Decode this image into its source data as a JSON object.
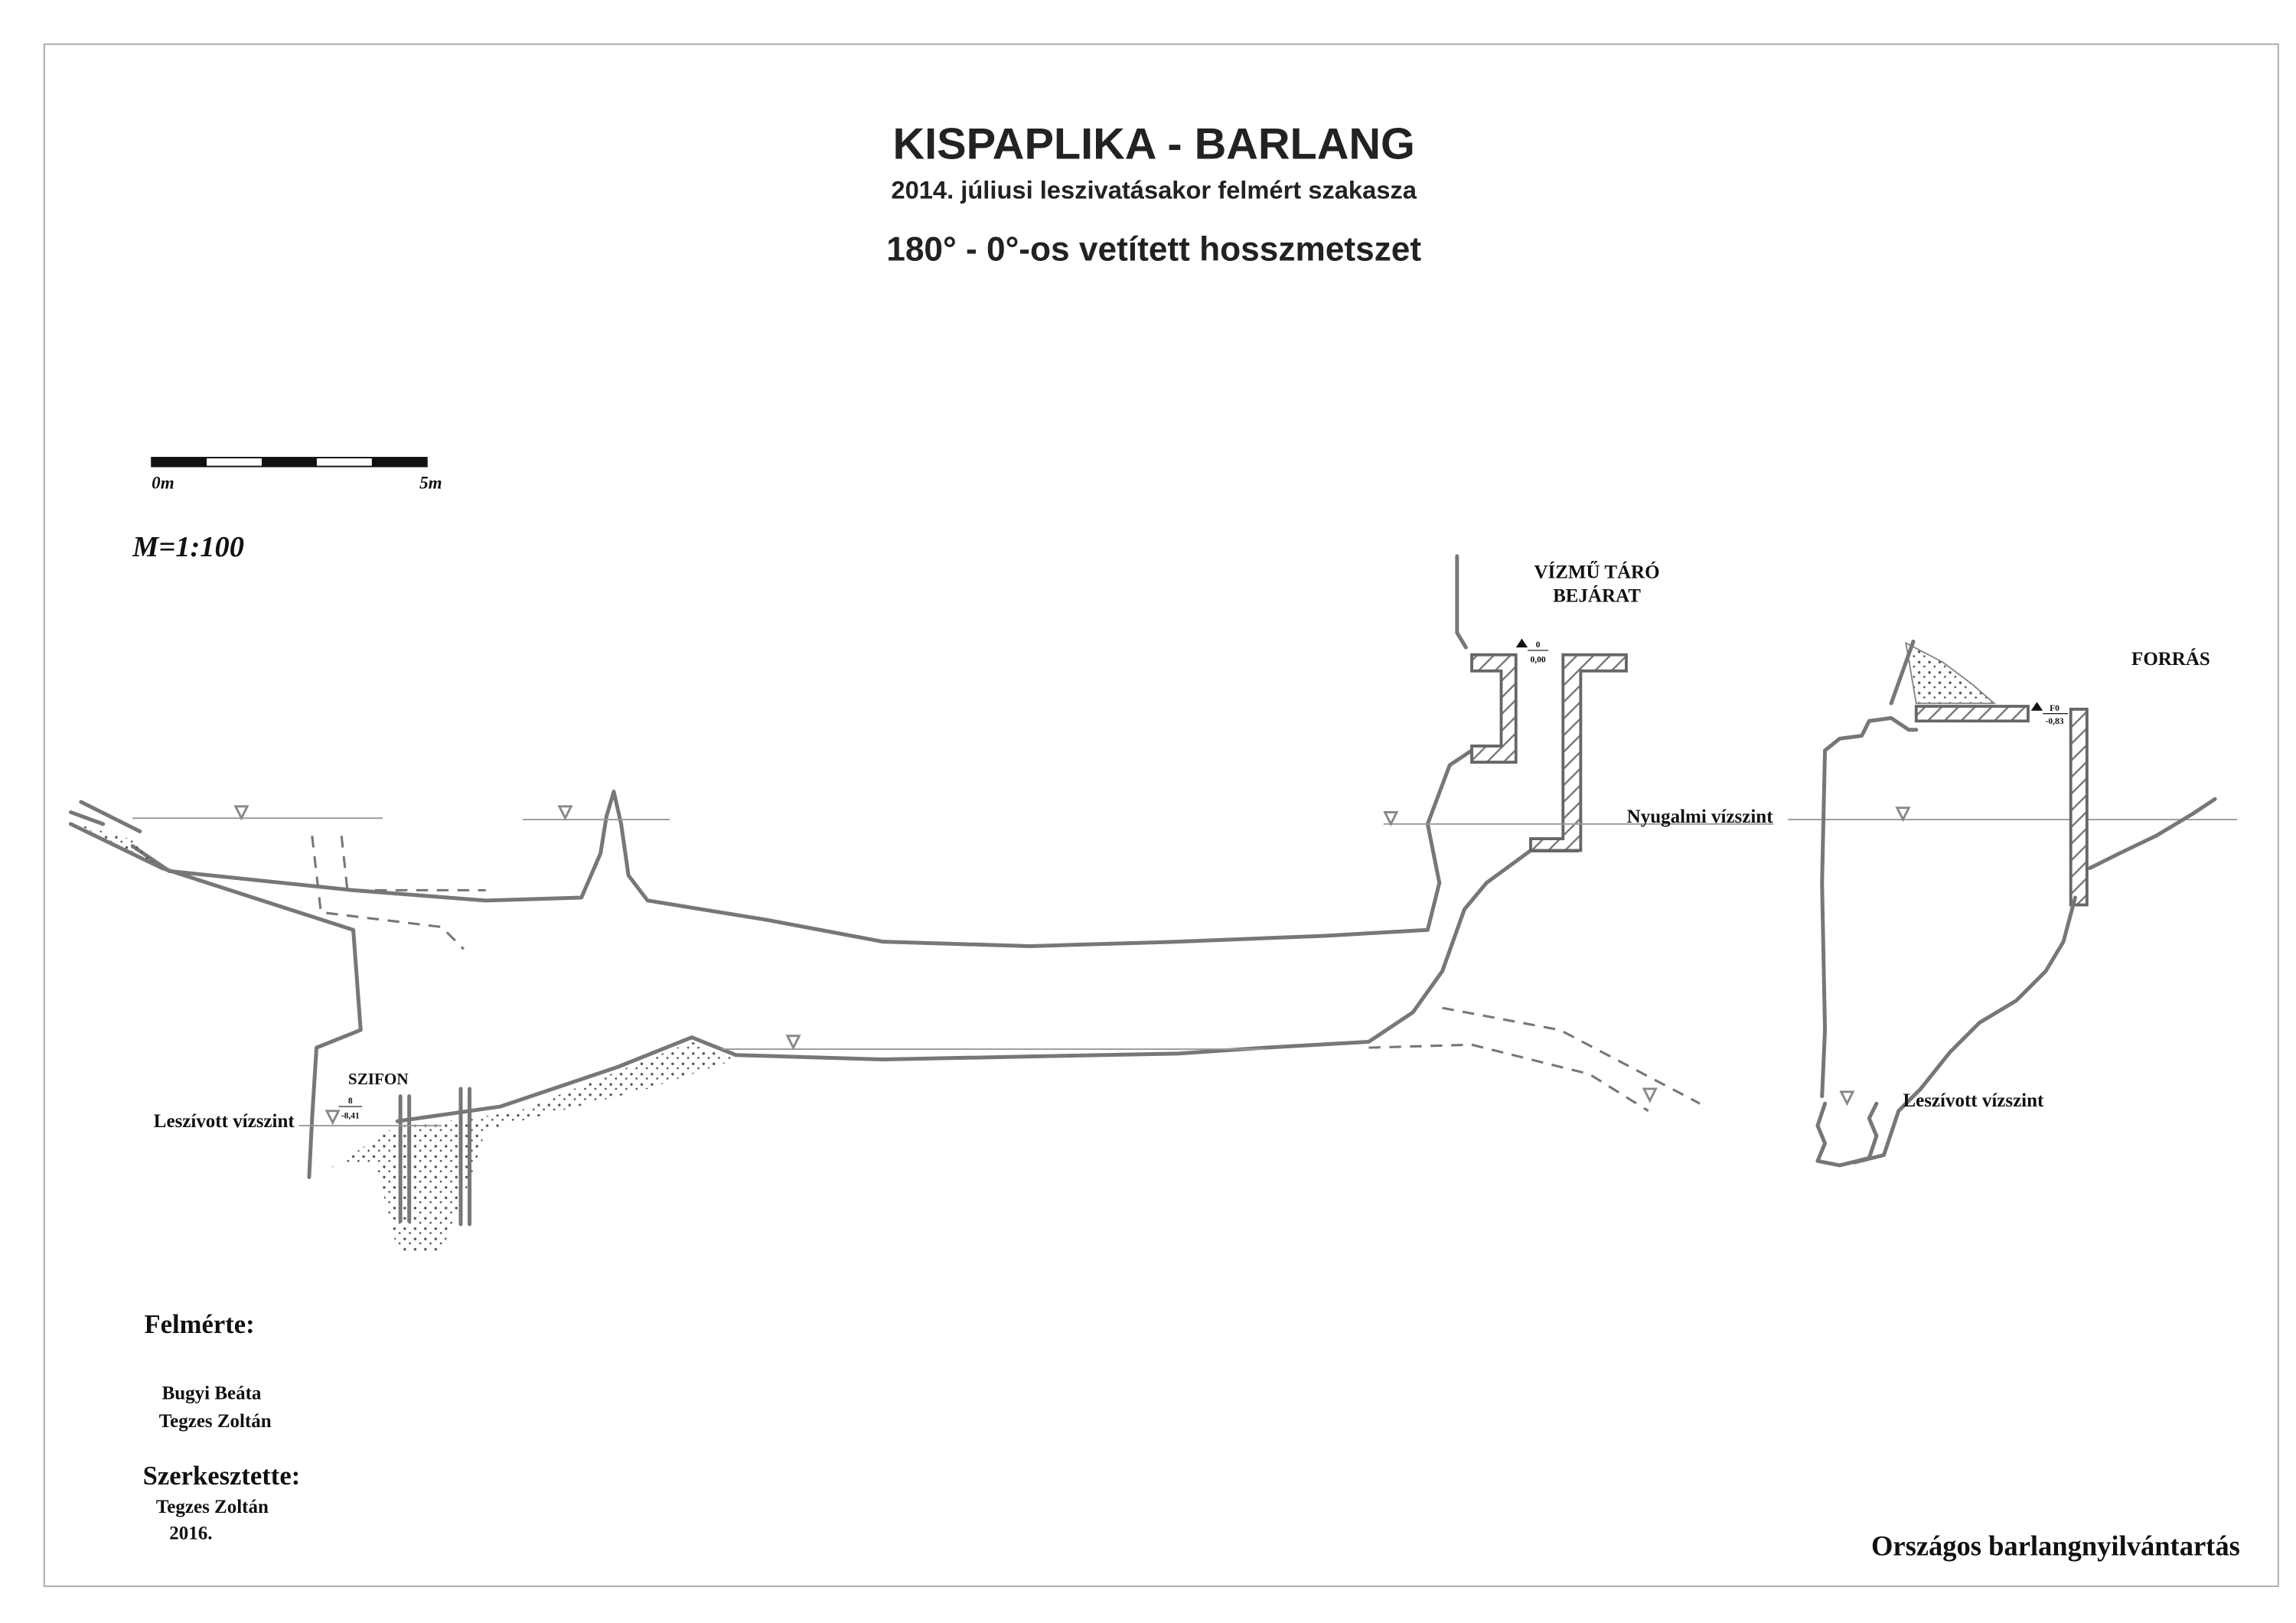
{
  "title": "KISPAPLIKA - BARLANG",
  "subtitle": "2014. júliusi leszivatásakor felmért szakasza",
  "projection": "180° - 0°-os vetített hosszmetszet",
  "scale_bar": {
    "start_label": "0m",
    "end_label": "5m"
  },
  "scale_ratio": "M=1:100",
  "labels": {
    "entrance_line1": "VÍZMŰ TÁRÓ",
    "entrance_line2": "BEJÁRAT",
    "spring": "FORRÁS",
    "rest_level": "Nyugalmi vízszint",
    "siphon": "SZIFON",
    "lowered_level_left": "Leszívott vízszint",
    "lowered_level_right": "Leszívott vízszint"
  },
  "stations": [
    {
      "id": "0",
      "depth": "0,00"
    },
    {
      "id": "F0",
      "depth": "-0,83"
    },
    {
      "id": "8",
      "depth": "-8,41"
    }
  ],
  "credits": {
    "surveyed_label": "Felmérte:",
    "surveyors": [
      "Bugyi Beáta",
      "Tegzes Zoltán"
    ],
    "edited_label": "Szerkesztette:",
    "editor": "Tegzes Zoltán",
    "year": "2016."
  },
  "footer": "Országos barlangnyilvántartás"
}
